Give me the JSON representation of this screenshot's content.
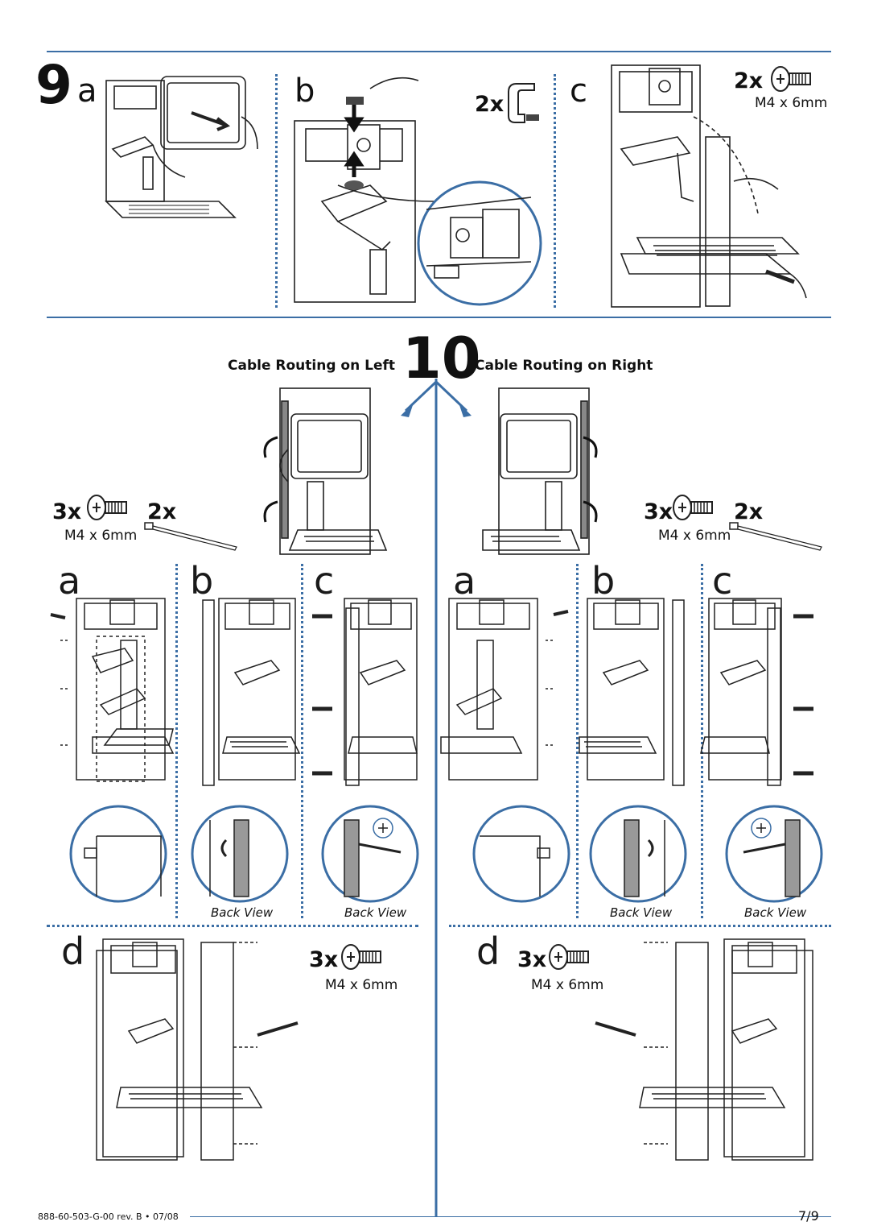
{
  "step9": {
    "number": "9",
    "panel_a": "a",
    "panel_b": "b",
    "panel_c": "c",
    "clip_qty": "2x",
    "screw_qty": "2x",
    "screw_size": "M4 x 6mm"
  },
  "step10": {
    "number": "10",
    "left_title": "Cable Routing on Left",
    "right_title": "Cable Routing on Right",
    "left": {
      "screw_qty": "3x",
      "screw_size": "M4 x 6mm",
      "tie_qty": "2x",
      "panel_a": "a",
      "panel_b": "b",
      "panel_c": "c",
      "back_view_b": "Back View",
      "back_view_c": "Back View",
      "panel_d": "d",
      "d_screw_qty": "3x",
      "d_screw_size": "M4 x 6mm"
    },
    "right": {
      "screw_qty": "3x",
      "screw_size": "M4 x 6mm",
      "tie_qty": "2x",
      "panel_a": "a",
      "panel_b": "b",
      "panel_c": "c",
      "back_view_b": "Back View",
      "back_view_c": "Back View",
      "panel_d": "d",
      "d_screw_qty": "3x",
      "d_screw_size": "M4 x 6mm"
    }
  },
  "footer": {
    "doc_number": "888-60-503-G-00 rev. B • 07/08",
    "page": "7/9"
  },
  "colors": {
    "accent_blue": "#3b6ea5",
    "line_art": "#222222"
  },
  "icons": [
    "screw-icon",
    "cable-clip-icon",
    "cable-tie-icon",
    "screwdriver-icon",
    "rotate-arrow-icon",
    "hand-icon"
  ]
}
